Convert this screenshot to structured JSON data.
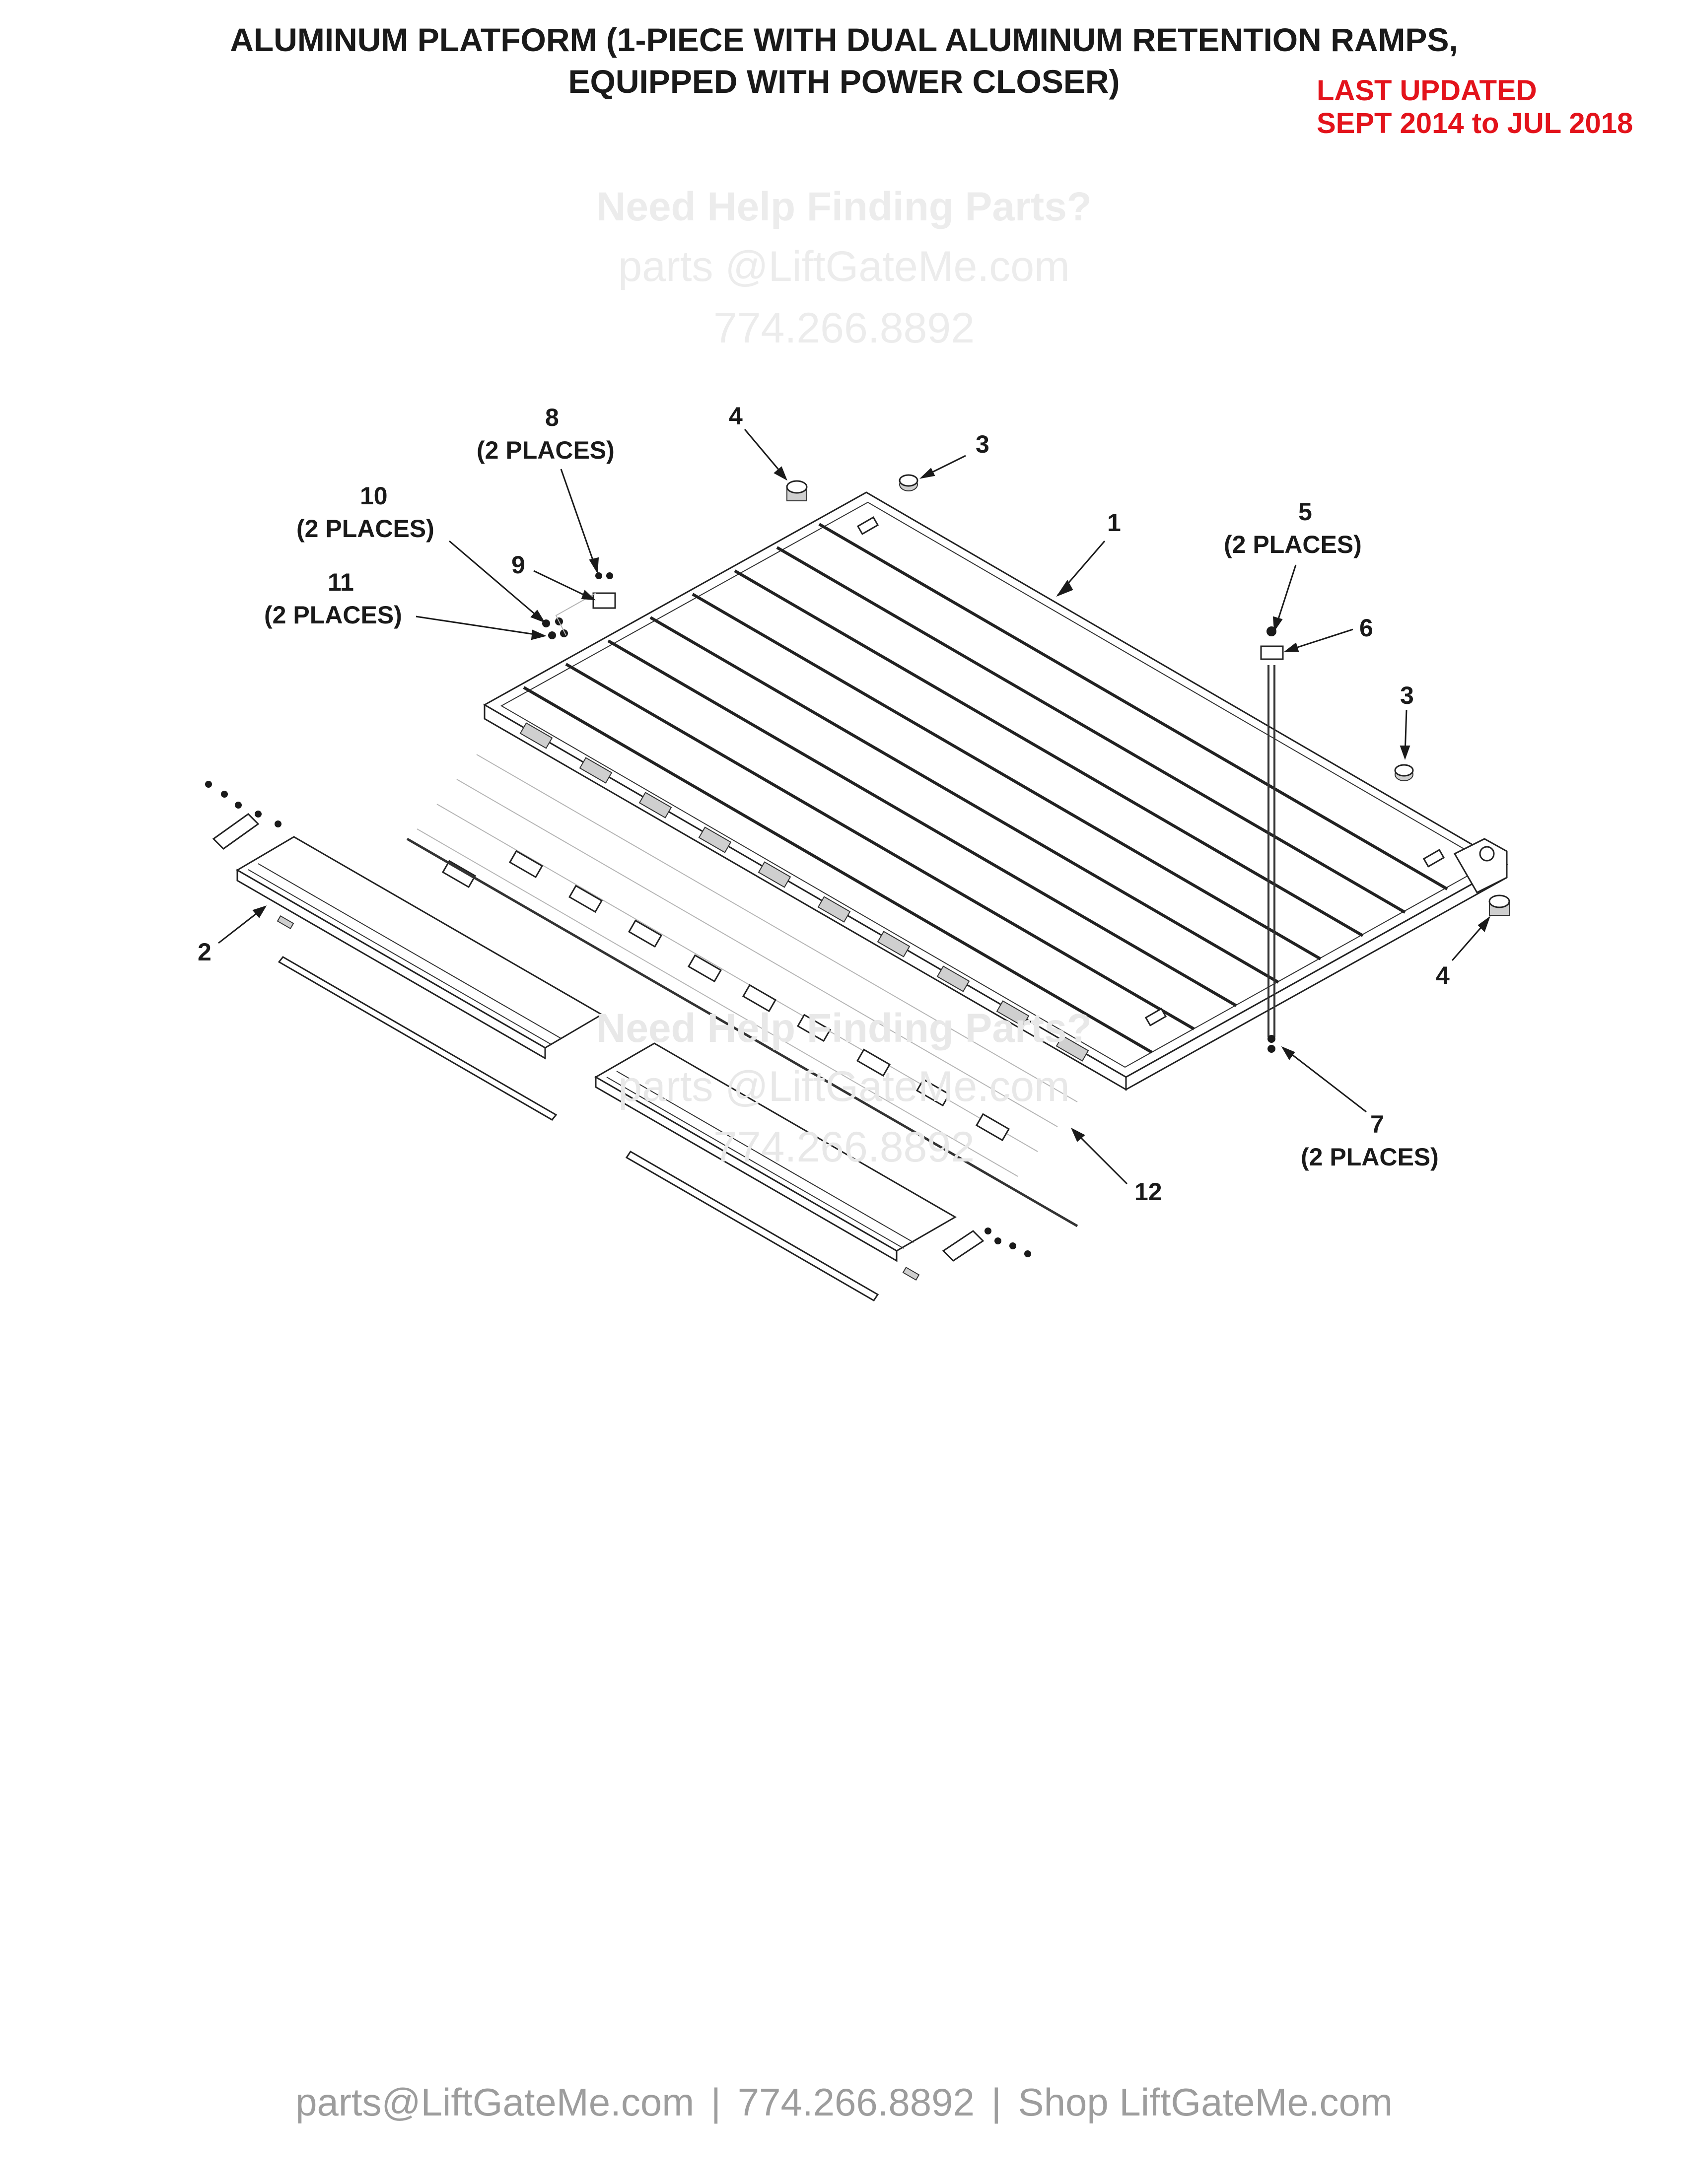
{
  "title": {
    "line1": "ALUMINUM PLATFORM (1-PIECE WITH DUAL ALUMINUM RETENTION RAMPS,",
    "line2": "EQUIPPED WITH POWER CLOSER)"
  },
  "last_updated": {
    "line1": "LAST UPDATED",
    "line2": "SEPT 2014 to JUL 2018"
  },
  "watermark": {
    "heading": "Need Help Finding Parts?",
    "email": "parts @LiftGateMe.com",
    "phone": "774.266.8892"
  },
  "callouts": {
    "c1": "1",
    "c2": "2",
    "c3a": "3",
    "c3b": "3",
    "c4a": "4",
    "c4b": "4",
    "c5": "5",
    "c5_places": "(2 PLACES)",
    "c6": "6",
    "c7": "7",
    "c7_places": "(2 PLACES)",
    "c8": "8",
    "c8_places": "(2 PLACES)",
    "c9": "9",
    "c10": "10",
    "c10_places": "(2 PLACES)",
    "c11": "11",
    "c11_places": "(2 PLACES)",
    "c12": "12"
  },
  "footer": {
    "email": "parts@LiftGateMe.com",
    "sep1": "|",
    "phone": "774.266.8892",
    "sep2": "|",
    "shop": "Shop LiftGateMe.com"
  },
  "colors": {
    "text": "#1a1a1a",
    "updated": "#e3131b",
    "footer": "#9d9d9d",
    "watermark": "#ececec"
  }
}
